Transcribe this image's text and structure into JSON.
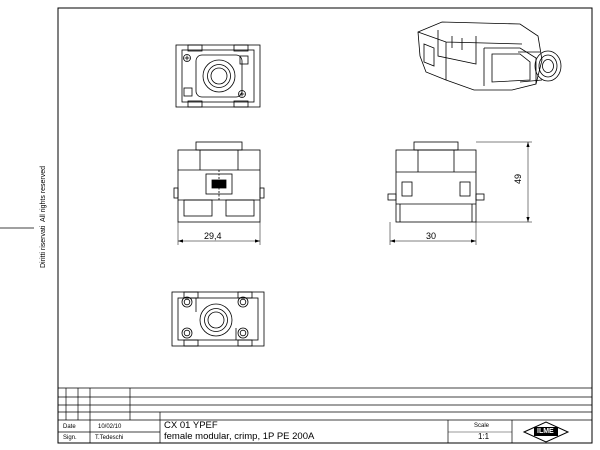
{
  "side_text": {
    "rights_reserved": "All rights reserved",
    "diritti_riservati": "Diritti riservati"
  },
  "dimensions": {
    "width_front": "29,4",
    "width_side": "30",
    "height_side": "49"
  },
  "title_block": {
    "date_label": "Date",
    "date_value": "10/02/10",
    "sign_label": "Sign.",
    "sign_value": "T.Tedeschi",
    "code": "CX 01 YPEF",
    "description": "female modular, crimp, 1P  PE  200A",
    "scale_label": "Scale",
    "scale_value": "1:1",
    "logo_text": "ILME"
  }
}
